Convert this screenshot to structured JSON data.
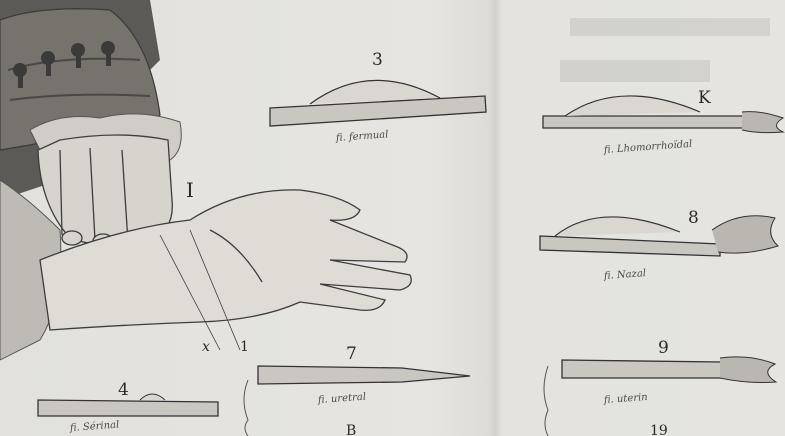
{
  "figure": {
    "labels": {
      "fig_3": "3",
      "fig_k": "K",
      "fig_i": "I",
      "fig_8": "8",
      "fig_7": "7",
      "fig_9": "9",
      "fig_4": "4",
      "fig_b": "B",
      "fig_19": "19",
      "mark_x": "x",
      "mark_1": "1"
    },
    "captions": {
      "cap_3": "fi. fermual",
      "cap_k": "fi. Lhomorrhoïdal",
      "cap_8": "fi. Nazal",
      "cap_7": "fi. uretral",
      "cap_9": "fi. uterin",
      "cap_4": "fi. Sérinal"
    },
    "colors": {
      "paper": "#e4e3de",
      "ink": "#2a2a2a",
      "sleeve": "#6f6c66"
    }
  }
}
